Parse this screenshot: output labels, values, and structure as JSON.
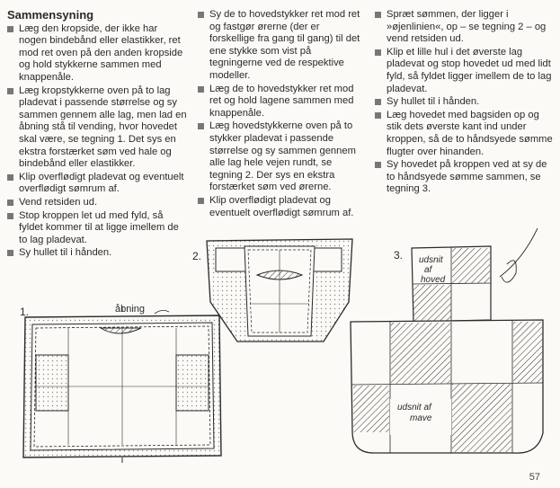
{
  "heading": "Sammensyning",
  "col1": [
    "Læg den kropside, der ikke har nogen bindebånd eller elastikker, ret mod ret oven på den anden kropside og hold stykkerne sammen med knappenåle.",
    "Læg kropstykkerne oven på to lag pladevat i passende størrelse og sy sammen gennem alle lag, men lad en åbning stå til vending, hvor hovedet skal være, se tegning 1. Det sys en ekstra forstærket søm ved hale og bindebånd eller elastikker.",
    "Klip overflødigt pladevat og eventuelt overflødigt sømrum af.",
    "Vend retsiden ud.",
    "Stop kroppen let ud med fyld, så fyldet kommer til at ligge imellem de to lag pladevat.",
    "Sy hullet til i hånden."
  ],
  "col2": [
    "Sy de to hovedstykker ret mod ret og fastgør ørerne (der er forskellige fra gang til gang) til det ene stykke som vist på tegningerne ved de respektive modeller.",
    "Læg de to hovedstykker ret mod ret og hold lagene sammen med knappenåle.",
    "Læg hovedstykkerne oven på to stykker pladevat i passende størrelse og sy sammen gennem alle lag hele vejen rundt, se tegning 2. Der sys en ekstra forstærket søm ved ørerne.",
    "Klip overflødigt pladevat og eventuelt overflødigt sømrum af."
  ],
  "col3": [
    "Spræt sømmen, der ligger i »øjenlinien«, op – se tegning 2 – og vend retsiden ud.",
    "Klip et lille hul i det øverste lag pladevat og stop hovedet ud med lidt fyld, så fyldet ligger imellem de to lag pladevat.",
    "Sy hullet til i hånden.",
    "Læg hovedet med bagsiden op og stik dets øverste kant ind under kroppen, så de to håndsyede sømme flugter over hinanden.",
    "Sy hovedet på kroppen ved at sy de to håndsyede sømme sammen, se tegning 3."
  ],
  "fig1": {
    "label": "1.",
    "opening": "åbning"
  },
  "fig2": {
    "label": "2."
  },
  "fig3": {
    "label": "3.",
    "head_cutout": [
      "udsnit",
      "af",
      "hoved"
    ],
    "belly_cutout": [
      "udsnit af",
      "mave"
    ]
  },
  "page_number": "57",
  "colors": {
    "bullet": "#777777",
    "ink": "#2a2a2a",
    "padding": "#c8c8c8"
  }
}
